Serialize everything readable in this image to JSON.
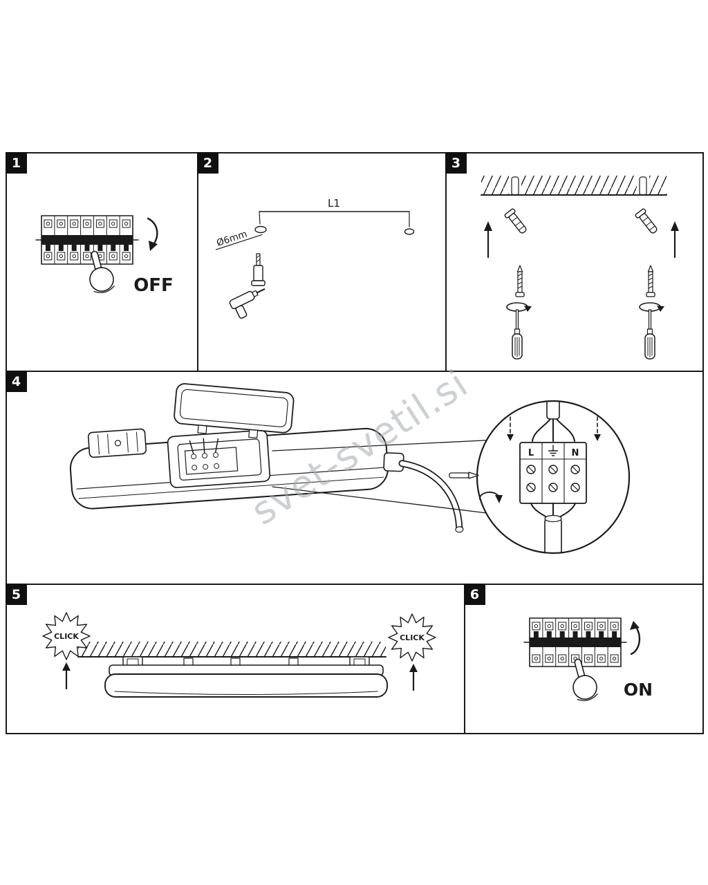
{
  "watermark": "svet-svetil.si",
  "steps": {
    "step1": {
      "number": "1",
      "label": "OFF"
    },
    "step2": {
      "number": "2",
      "length_label": "L1",
      "drill_label": "Ø6mm"
    },
    "step3": {
      "number": "3"
    },
    "step4": {
      "number": "4",
      "terminal_live": "L",
      "terminal_earth": "⏚",
      "terminal_neutral": "N"
    },
    "step5": {
      "number": "5",
      "click_left": "CLICK",
      "click_right": "CLICK"
    },
    "step6": {
      "number": "6",
      "label": "ON"
    }
  }
}
